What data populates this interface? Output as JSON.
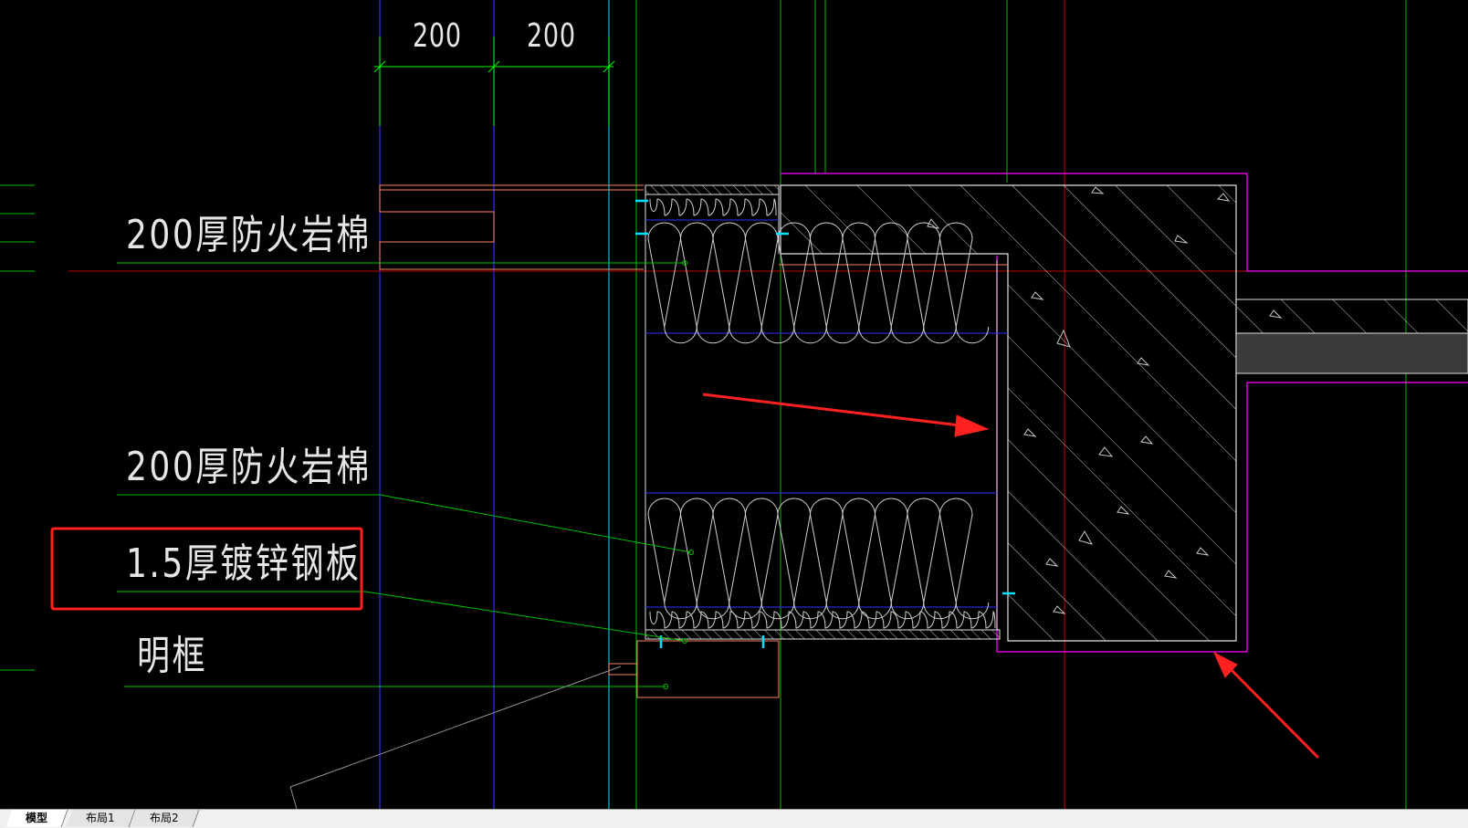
{
  "colors": {
    "background": "#000000",
    "dimension": "#00ff00",
    "leader": "#00c000",
    "grid_blue": "#3030ff",
    "grid_red": "#c00000",
    "outline_magenta": "#ff00ff",
    "wall_outline": "#e0e0e0",
    "highlight_box": "#ff2020",
    "arrow": "#ff2020",
    "cyan": "#00e0ff",
    "frame": "#ff8060"
  },
  "dimensions": [
    {
      "text": "200"
    },
    {
      "text": "200"
    }
  ],
  "labels": {
    "fire_rock_wool_top": "200厚防火岩棉",
    "fire_rock_wool_mid": "200厚防火岩棉",
    "galvanized_steel": "1.5厚镀锌钢板",
    "exposed_frame": "明框"
  },
  "layout_tabs": [
    {
      "label": "模型",
      "active": true
    },
    {
      "label": "布局1",
      "active": false
    },
    {
      "label": "布局2",
      "active": false
    }
  ]
}
